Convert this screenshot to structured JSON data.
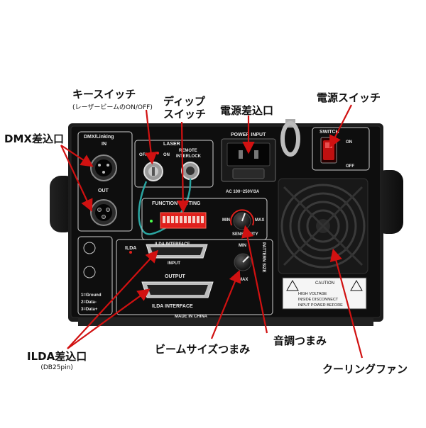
{
  "callouts": {
    "key_switch": "キースイッチ",
    "key_switch_sub": "(レーザービームのON/OFF)",
    "dip_switch_line1": "ディップ",
    "dip_switch_line2": "スイッチ",
    "power_inlet": "電源差込口",
    "power_switch": "電源スイッチ",
    "dmx_inlet": "DMX差込口",
    "ilda_inlet": "ILDA差込口",
    "ilda_inlet_sub": "(DB25pin)",
    "beam_size_knob": "ビームサイズつまみ",
    "tone_knob": "音調つまみ",
    "cooling_fan": "クーリングファン"
  },
  "panel": {
    "dmx_linking": "DMX/Linking",
    "in": "IN",
    "out": "OUT",
    "laser": "LASER",
    "off": "OFF",
    "on": "ON",
    "remote": "REMOTE",
    "interlock": "INTERLOCK",
    "power_input": "POWER INPUT",
    "ac_rating": "AC 100~250V/3A",
    "switch": "SWITCH",
    "sw_on": "ON",
    "sw_off": "OFF",
    "function_setting": "FUNCTION SETTING",
    "min": "MIN",
    "max": "MAX",
    "sensitivity": "SENSITIVITY",
    "pattern_size": "PATTERN SIZE",
    "ilda": "ILDA",
    "ilda_interface_top": "ILDA INTERFACE",
    "input": "INPUT",
    "output": "OUTPUT",
    "ilda_interface": "ILDA INTERFACE",
    "made_in_china": "MADE IN CHINA",
    "pin1": "1=Ground",
    "pin2": "2=Data-",
    "pin3": "3=Data+",
    "caution": "CAUTION",
    "caution_1": "HIGH VOLTAGE",
    "caution_2": "INSIDE DISCONNECT",
    "caution_3": "INPUT POWER BEFORE"
  },
  "colors": {
    "panel": "#111111",
    "chassis": "#1c1c1c",
    "arrow": "#d11111",
    "dip_red": "#e0201c",
    "switch_red": "#c01010"
  },
  "icons": [
    "arrow",
    "xlr-connector",
    "key-switch",
    "iec-inlet",
    "rocker-switch",
    "fan-grille",
    "db25-connector",
    "knob"
  ]
}
